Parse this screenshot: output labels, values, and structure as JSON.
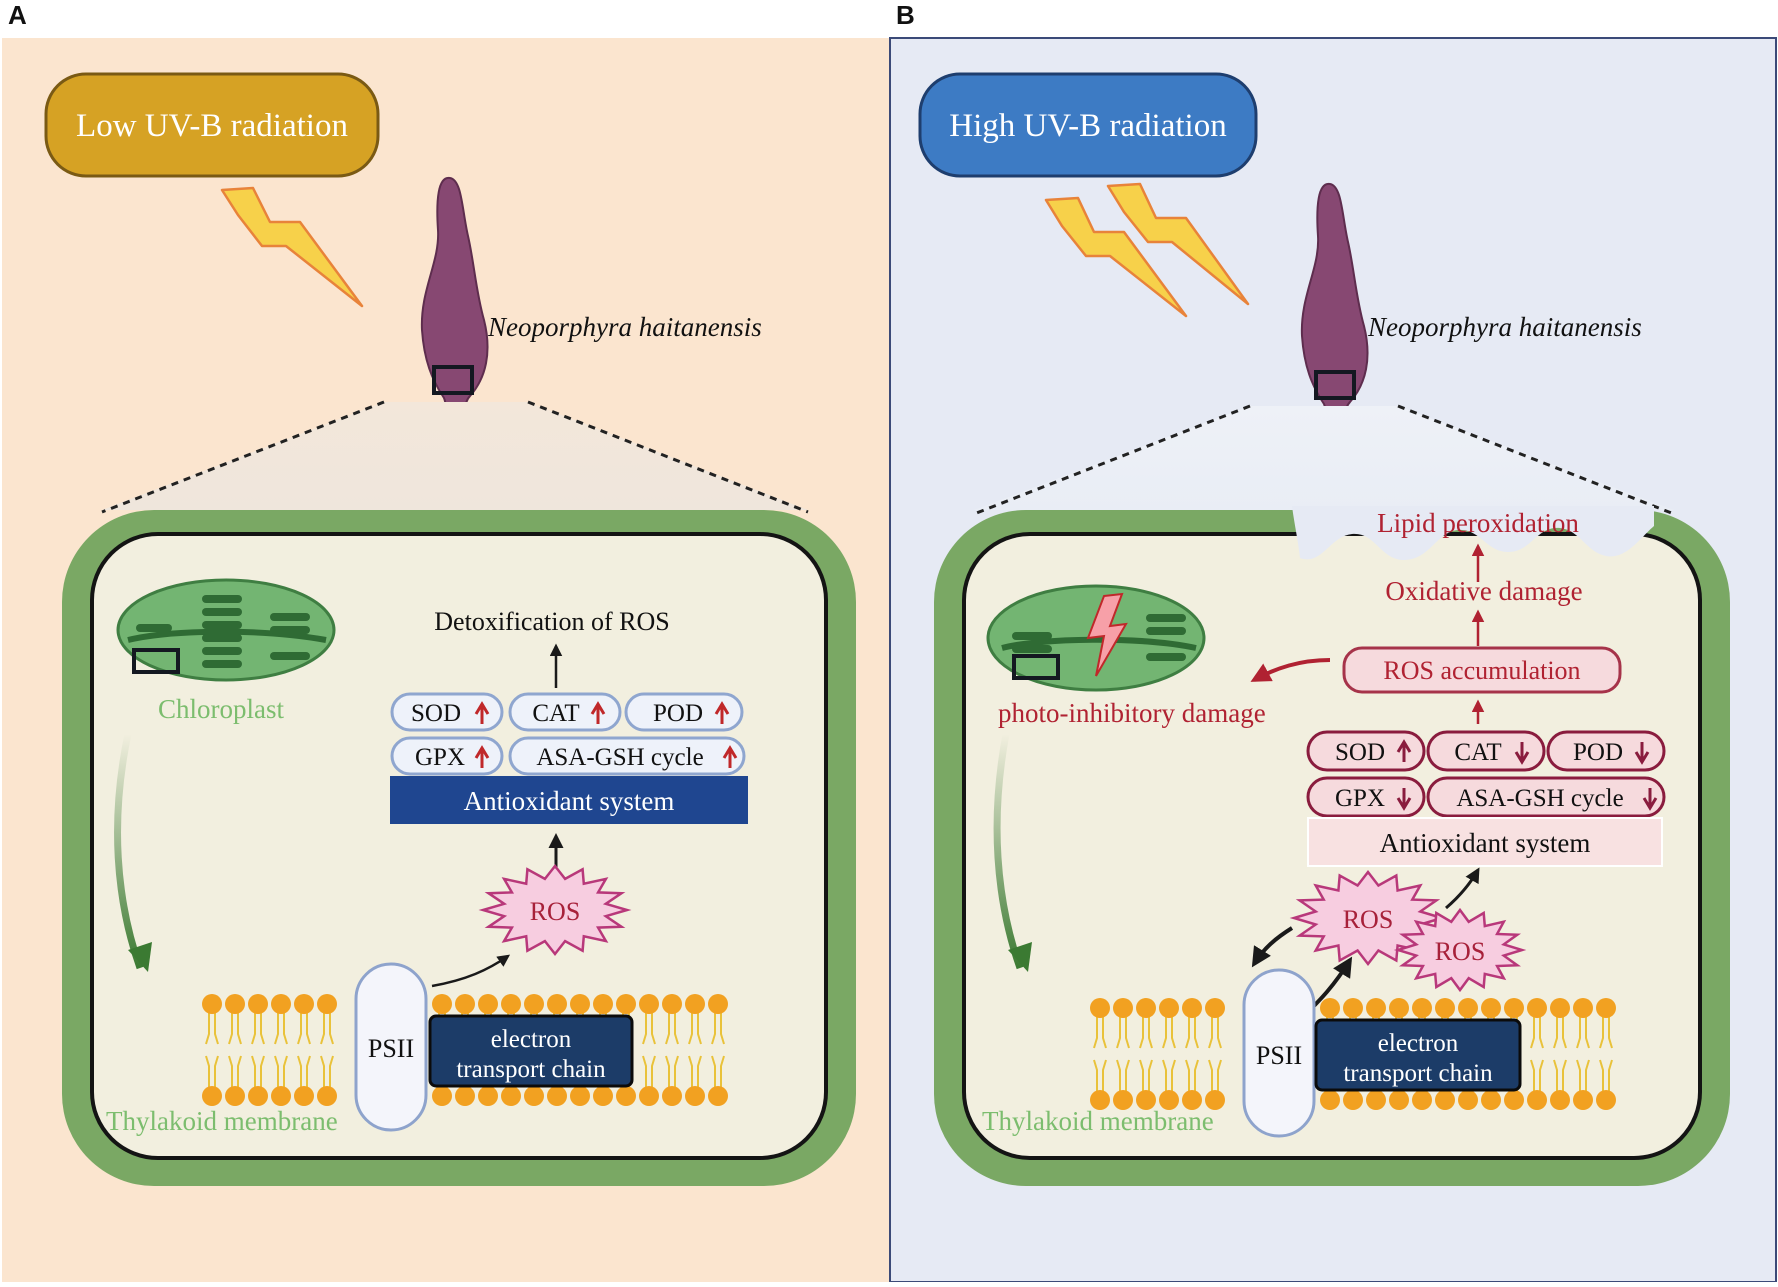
{
  "panel_a": {
    "letter": "A",
    "radiation_label": "Low UV-B radiation",
    "species": "Neoporphyra haitanensis",
    "chloroplast_label": "Chloroplast",
    "detox_label": "Detoxification of ROS",
    "enzymes_row1": [
      "SOD",
      "CAT",
      "POD"
    ],
    "enzymes_row2": [
      "GPX",
      "ASA-GSH cycle"
    ],
    "antioxidant_label": "Antioxidant system",
    "ros_label": "ROS",
    "psii_label": "PSII",
    "etc_line1": "electron",
    "etc_line2": "transport chain",
    "membrane_label": "Thylakoid membrane"
  },
  "panel_b": {
    "letter": "B",
    "radiation_label": "High UV-B radiation",
    "species": "Neoporphyra haitanensis",
    "lipid_label": "Lipid peroxidation",
    "oxidative_label": "Oxidative damage",
    "ros_accum_label": "ROS accumulation",
    "photo_damage_label": "photo-inhibitory damage",
    "enzymes_row1": [
      "SOD",
      "CAT",
      "POD"
    ],
    "enzymes_row2": [
      "GPX",
      "ASA-GSH cycle"
    ],
    "antioxidant_label": "Antioxidant system",
    "ros_label_1": "ROS",
    "ros_label_2": "ROS",
    "psii_label": "PSII",
    "etc_line1": "electron",
    "etc_line2": "transport chain",
    "membrane_label": "Thylakoid membrane"
  },
  "colors": {
    "panel_a_bg": "#fbe5cf",
    "panel_b_bg": "#e6eaf4",
    "low_uv": "#d6a224",
    "high_uv": "#3d7bc4",
    "cell_wall": "#7aa864",
    "cell_inner": "#f2efdf",
    "antioxidant_dark": "#1f4690",
    "damage_red": "#b02232",
    "algae": "#874872"
  }
}
